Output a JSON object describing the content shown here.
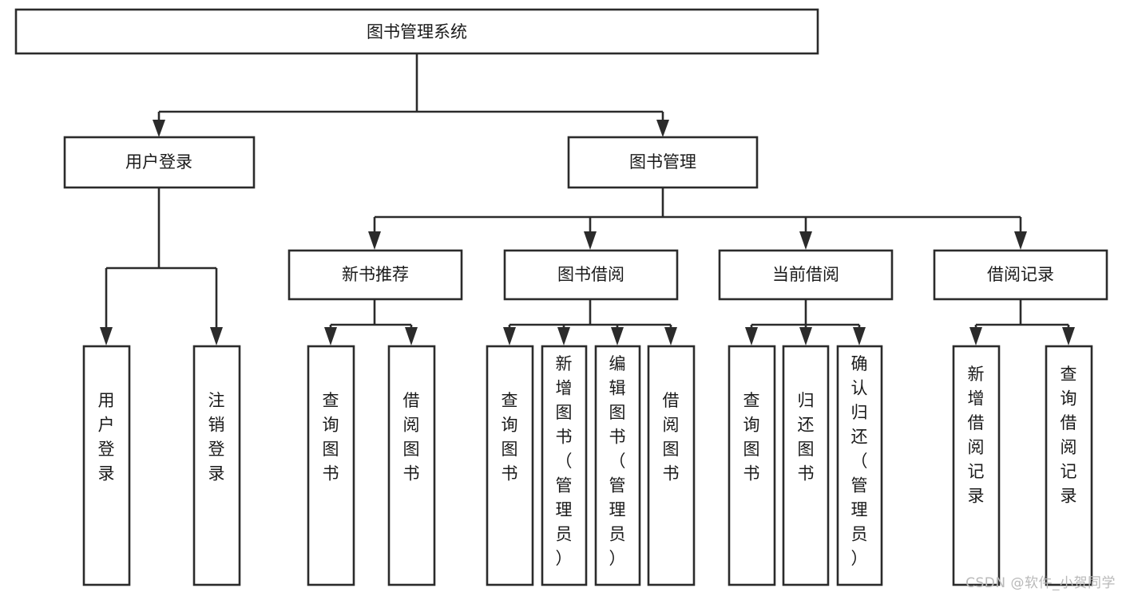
{
  "diagram": {
    "type": "tree-hierarchy",
    "title": "图书管理系统",
    "watermark": "CSDN @软件_小贺同学",
    "colors": {
      "background": "#ffffff",
      "stroke": "#2b2b2b",
      "fill": "#ffffff",
      "text": "#1a1a1a",
      "watermark": "#b9b9b9"
    },
    "levels": {
      "root": {
        "label": "图书管理系统"
      },
      "level2": [
        {
          "label": "用户登录"
        },
        {
          "label": "图书管理"
        }
      ],
      "level3": [
        {
          "label": "新书推荐"
        },
        {
          "label": "图书借阅"
        },
        {
          "label": "当前借阅"
        },
        {
          "label": "借阅记录"
        }
      ]
    },
    "nodes": {
      "root": "图书管理系统",
      "user_login": "用户登录",
      "book_manage": "图书管理",
      "new_book_rec": "新书推荐",
      "book_borrow": "图书借阅",
      "current_borrow": "当前借阅",
      "borrow_record": "借阅记录",
      "leaf_user_login": "用户登录",
      "leaf_logout": "注销登录",
      "leaf_query_book_1": "查询图书",
      "leaf_borrow_book_1": "借阅图书",
      "leaf_query_book_2": "查询图书",
      "leaf_add_book_admin": "新增图书（管理员）",
      "leaf_edit_book_admin": "编辑图书（管理员）",
      "leaf_borrow_book_2": "借阅图书",
      "leaf_query_book_3": "查询图书",
      "leaf_return_book": "归还图书",
      "leaf_confirm_return_admin": "确认归还（管理员）",
      "leaf_add_record": "新增借阅记录",
      "leaf_query_record": "查询借阅记录"
    },
    "groups": [
      {
        "parent": "用户登录",
        "children": [
          "用户登录",
          "注销登录"
        ]
      },
      {
        "parent": "新书推荐",
        "children": [
          "查询图书",
          "借阅图书"
        ]
      },
      {
        "parent": "图书借阅",
        "children": [
          "查询图书",
          "新增图书（管理员）",
          "编辑图书（管理员）",
          "借阅图书"
        ]
      },
      {
        "parent": "当前借阅",
        "children": [
          "查询图书",
          "归还图书",
          "确认归还（管理员）"
        ]
      },
      {
        "parent": "借阅记录",
        "children": [
          "新增借阅记录",
          "查询借阅记录"
        ]
      }
    ]
  }
}
